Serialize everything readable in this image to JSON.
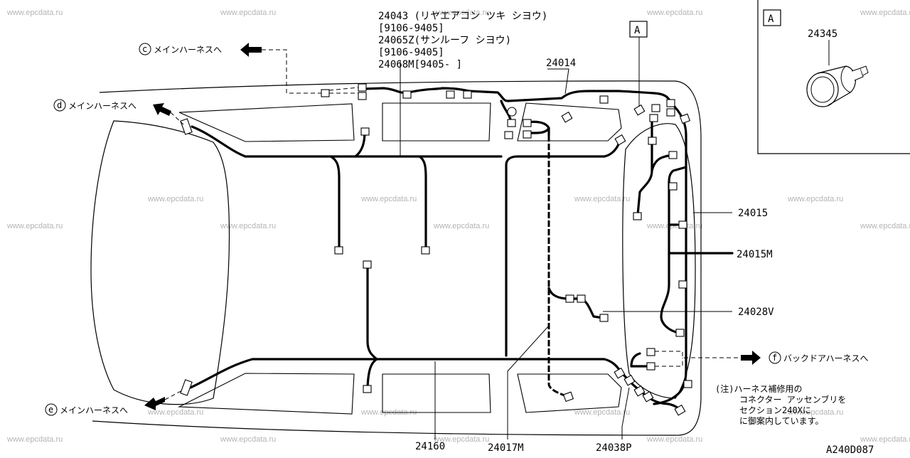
{
  "diagram": {
    "watermark": "www.epcdata.ru",
    "part_notes": [
      "24043 (リヤエアコン ツキ シヨウ)",
      "[9106-9405]",
      "24065Z(サンルーフ シヨウ)",
      "[9106-9405]",
      "24068M[9405-   ]"
    ],
    "parts": {
      "p24014": "24014",
      "p24015": "24015",
      "p24015m": "24015M",
      "p24028v": "24028V",
      "p24160": "24160",
      "p24017m": "24017M",
      "p24038p": "24038P",
      "p24345": "24345"
    },
    "detail_tag": "A",
    "destinations": {
      "c_letter": "c",
      "c_text": "メインハーネスへ",
      "d_letter": "d",
      "d_text": "メインハーネスへ",
      "e_letter": "e",
      "e_text": "メインハーネスへ",
      "f_letter": "f",
      "f_text": "バックドアハーネスへ"
    },
    "remark": [
      "(注)ハーネス補修用の",
      "コネクター アッセンブリを",
      "セクション240Xに",
      "に御案内しています。"
    ],
    "figure_code": "A240D087"
  }
}
